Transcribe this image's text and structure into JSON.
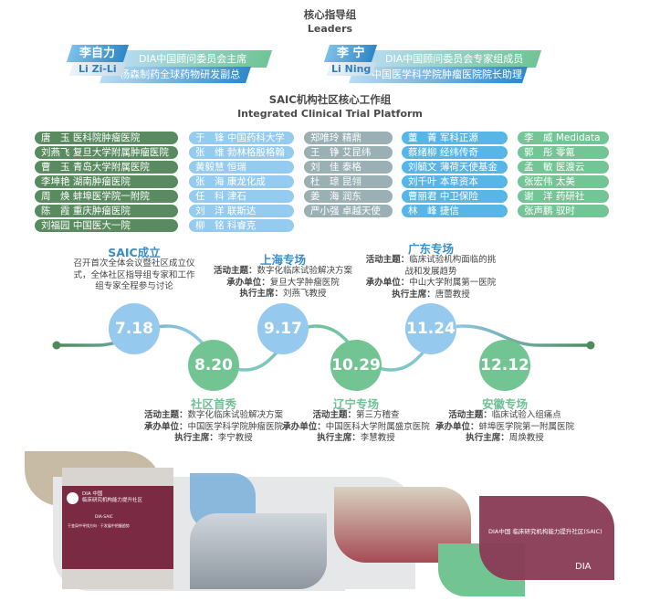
{
  "leaders": {
    "title_cn": "核心指导组",
    "title_en": "Leaders",
    "people": [
      {
        "name_cn": "李自力",
        "name_en": "Li Zi-Li",
        "role1": "DIA中国顾问委员会主席",
        "role2": "杨森制药全球药物研发副总裁"
      },
      {
        "name_cn": "李  宁",
        "name_en": "Li Ning",
        "role1": "DIA中国顾问委员会专家组成员",
        "role2": "中国医学科学院肿瘤医院院长助理"
      }
    ]
  },
  "core_group": {
    "title_cn": "SAIC机构社区核心工作组",
    "title_en": "Integrated Clinical Trial Platform",
    "colors": [
      "#5a8a60",
      "#95cbee",
      "#9bb0b5",
      "#58b6e7",
      "#74c596"
    ],
    "columns": [
      [
        "唐　玉 医科院肿瘤医院",
        "刘燕飞 复旦大学附属肿瘤医院",
        "曹　玉 青岛大学附属医院",
        "李坤艳 湖南肿瘤医院",
        "周　焕 蚌埠医学院一附院",
        "陈　霞 重庆肿瘤医院",
        "刘福园 中国医大一院"
      ],
      [
        "于　锋 中国药科大学",
        "张　维 勃林格殷格翰",
        "黄毅慧 恒瑞",
        "张　海 康龙化成",
        "任　科 津石",
        "刘　洋 联斯达",
        "柳　铭 科睿克"
      ],
      [
        "郑唯玲 精鼎",
        "王　铮 艾昆纬",
        "刘　佳 泰格",
        "杜　琼 昆翎",
        "姜　海 润东",
        "严小强 卓越天使"
      ],
      [
        "董　菁 军科正源",
        "蔡绪柳 经纬传奇",
        "刘毓文 薄荷天使基金",
        "刘千叶 本草资本",
        "曹丽君 中卫保险",
        "林　峰 捷信"
      ],
      [
        "李　威 Medidata",
        "郭　彤 零氪",
        "孟　敏 医渡云",
        "张宏伟 太美",
        "谢　洋 药研社",
        "张声鹏 驭时"
      ]
    ]
  },
  "timeline": {
    "labels": {
      "theme": "活动主题：",
      "host": "承办单位：",
      "chair": "执行主席："
    },
    "events": [
      {
        "date": "7.18",
        "title": "SAIC成立",
        "desc": "召开首次全体会议暨社区成立仪\n式，全体社区指导组专家和工作\n组专家全程参与讨论"
      },
      {
        "date": "8.20",
        "title": "社区首秀",
        "theme": "数字化临床试验解决方案",
        "host": "中国医学科学院肿瘤医院",
        "chair": "李宁教授"
      },
      {
        "date": "9.17",
        "title": "上海专场",
        "theme": "数字化临床试验解决方案",
        "host": "复旦大学肿瘤医院",
        "chair": "刘燕飞教授"
      },
      {
        "date": "10.29",
        "title": "辽宁专场",
        "theme": "第三方稽查",
        "host": "中国医科大学附属盛京医院",
        "chair": "李慧教授"
      },
      {
        "date": "11.24",
        "title": "广东专场",
        "theme": "临床试验机构面临的挑\n战和发展趋势",
        "host": "中山大学附属第一医院",
        "chair": "唐蕾教授"
      },
      {
        "date": "12.12",
        "title": "安徽专场",
        "theme": "临床试验入组痛点",
        "host": "蚌埠医学院第一附属医院",
        "chair": "周焕教授"
      }
    ]
  },
  "photos": {
    "slide_title": "DIA 中国\n临床研究机构能力提升社区",
    "slide_sub": "DIA·SAIC",
    "slide_line": "于变局中寻找方向 · 于发展中把握趋势",
    "banner_text": "DIA中国 临床研究机构能力提升社区(SAIC)",
    "banner_logo": "DIA"
  }
}
